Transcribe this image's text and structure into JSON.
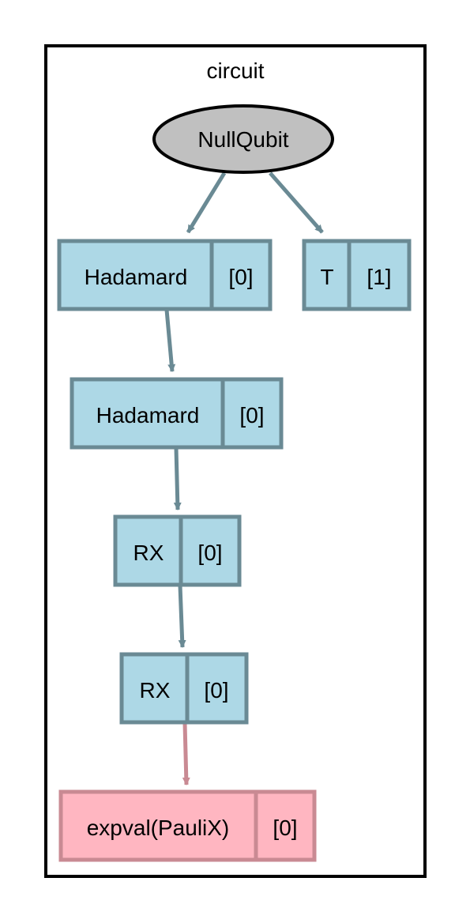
{
  "cluster": {
    "label": "circuit"
  },
  "colors": {
    "gate_fill": "#add8e6",
    "gate_stroke": "#6a8a94",
    "edge": "#6a8a94",
    "measure_fill": "#ffb6c1",
    "measure_stroke": "#c98a93",
    "measure_edge": "#c98a93",
    "device_fill": "#c0c0c0",
    "device_stroke": "#000000"
  },
  "nodes": {
    "device": {
      "label": "NullQubit"
    },
    "hadamard_1": {
      "op": "Hadamard",
      "wires": "[0]"
    },
    "t_gate": {
      "op": "T",
      "wires": "[1]"
    },
    "hadamard_2": {
      "op": "Hadamard",
      "wires": "[0]"
    },
    "rx_1": {
      "op": "RX",
      "wires": "[0]"
    },
    "rx_2": {
      "op": "RX",
      "wires": "[0]"
    },
    "expval": {
      "op": "expval(PauliX)",
      "wires": "[0]"
    }
  }
}
